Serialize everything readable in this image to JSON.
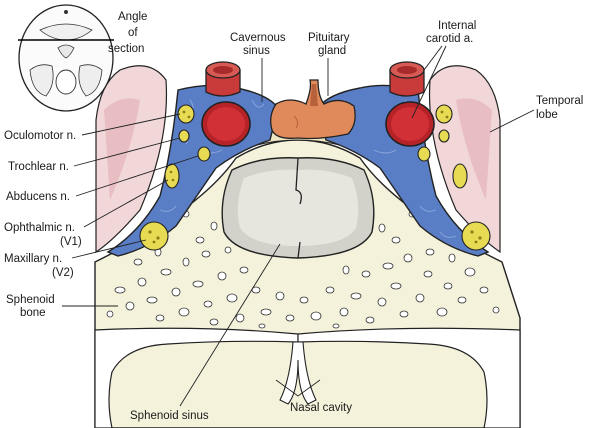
{
  "labels": {
    "angle_line1": "Angle",
    "angle_line2": "of",
    "angle_line3": "section",
    "cavernous_line1": "Cavernous",
    "cavernous_line2": "sinus",
    "pituitary_line1": "Pituitary",
    "pituitary_line2": "gland",
    "internal_line1": "Internal",
    "internal_line2": "carotid a.",
    "temporal_line1": "Temporal",
    "temporal_line2": "lobe",
    "oculomotor": "Oculomotor n.",
    "trochlear": "Trochlear n.",
    "abducens": "Abducens n.",
    "ophthalmic_line1": "Ophthalmic n.",
    "ophthalmic_line2": "(V1)",
    "maxillary_line1": "Maxillary n.",
    "maxillary_line2": "(V2)",
    "sphenoid_line1": "Sphenoid",
    "sphenoid_line2": "bone",
    "sphenoid_sinus": "Sphenoid sinus",
    "nasal_cavity": "Nasal cavity"
  },
  "colors": {
    "bone": "#f4f1dc",
    "sinus_space": "#5c7fc8",
    "artery": "#c8262c",
    "nerve": "#e8dc54",
    "gland": "#e08a5c",
    "brain": "#f2d6d8",
    "sinus_cavity": "#cdcdc5"
  }
}
